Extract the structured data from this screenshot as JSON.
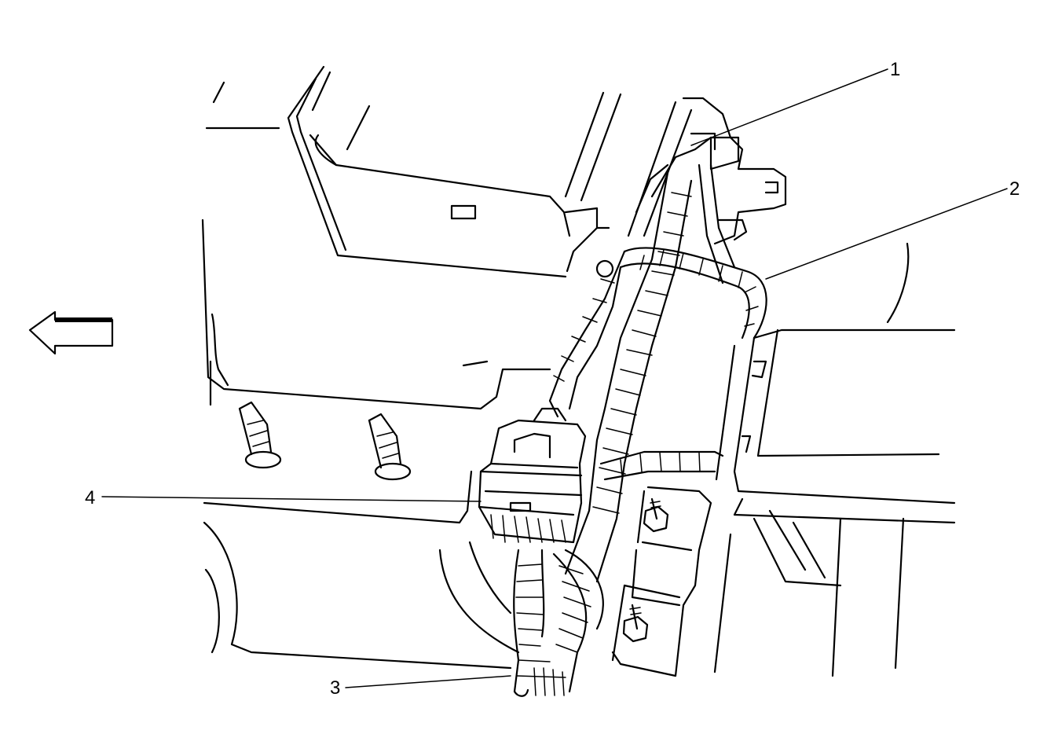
{
  "diagram": {
    "callouts": [
      {
        "id": "1",
        "label": "1"
      },
      {
        "id": "2",
        "label": "2"
      },
      {
        "id": "3",
        "label": "3"
      },
      {
        "id": "4",
        "label": "4"
      }
    ],
    "direction_arrow": "left-arrow-icon",
    "line_color": "#000000",
    "background": "#ffffff"
  }
}
